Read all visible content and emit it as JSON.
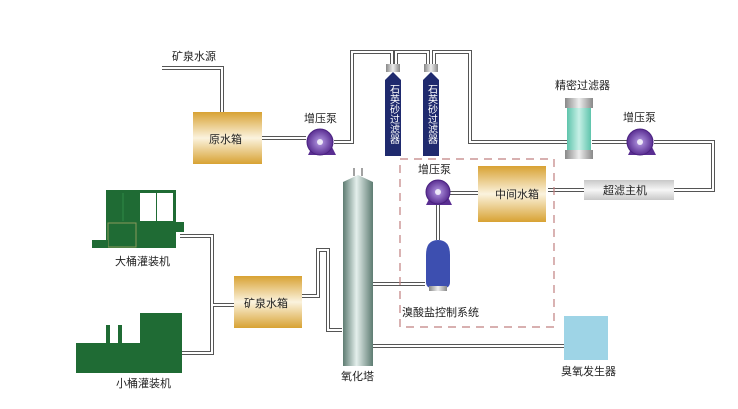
{
  "diagram": {
    "title": "矿泉水生产工艺流程",
    "source_label": "矿泉水源",
    "nodes": {
      "raw_tank": "原水箱",
      "pump1": "增压泵",
      "quartz1": "石英砂过滤器",
      "quartz2": "石英砂过滤器",
      "precision_filter": "精密过滤器",
      "pump2": "增压泵",
      "uf_host": "超滤主机",
      "middle_tank": "中间水箱",
      "pump3": "增压泵",
      "bromate_system": "溴酸盐控制系统",
      "oxidation_tower": "氧化塔",
      "ozone_generator": "臭氧发生器",
      "mineral_tank": "矿泉水箱",
      "big_filler": "大桶灌装机",
      "small_filler": "小桶灌装机"
    },
    "colors": {
      "tank_gold": "#d9a53a",
      "pump_purple": "#6a3aa0",
      "filter_navy": "#1f2a6e",
      "precision_teal": "#7fd4c0",
      "tower_gray": "#7d9a92",
      "ozone_blue": "#9ed4e6",
      "filler_green": "#1f6b34",
      "bromate_blue": "#3d4fb0",
      "dashed_box": "#c87878"
    }
  }
}
